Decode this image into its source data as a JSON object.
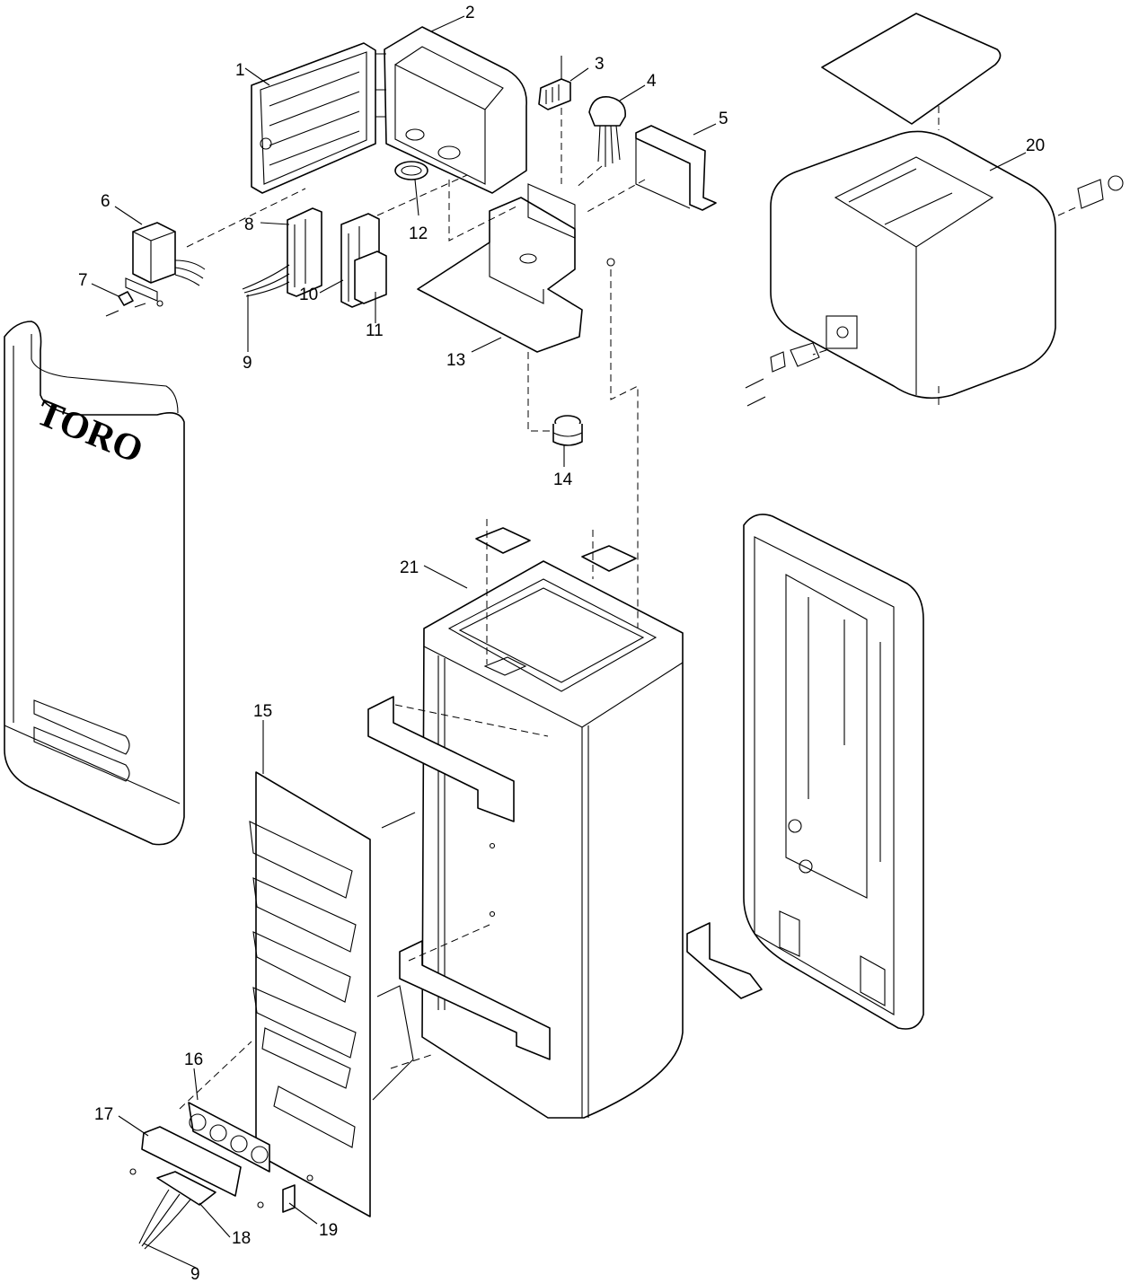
{
  "diagram": {
    "brand_text": "TORO",
    "callouts": [
      "1",
      "2",
      "3",
      "4",
      "5",
      "6",
      "7",
      "8",
      "9",
      "10",
      "11",
      "12",
      "13",
      "14",
      "15",
      "16",
      "17",
      "18",
      "9",
      "19",
      "20",
      "21"
    ]
  }
}
